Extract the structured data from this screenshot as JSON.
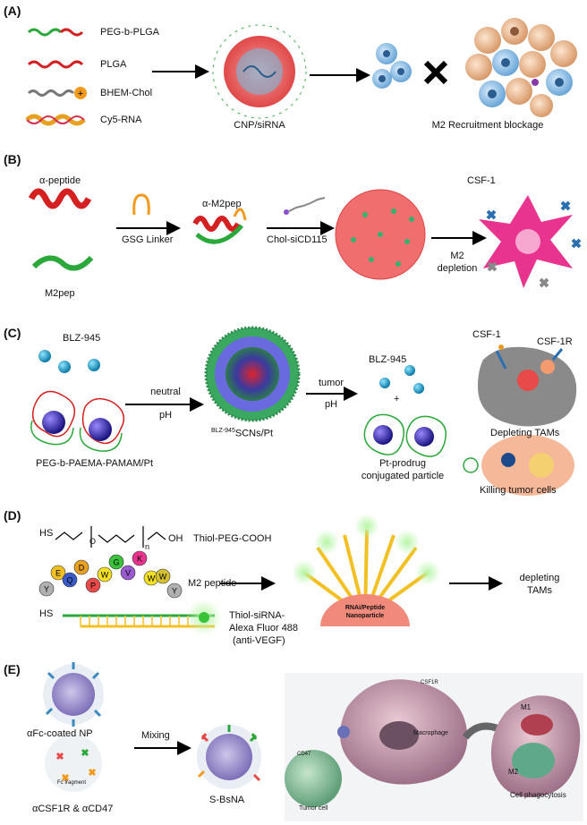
{
  "panels": {
    "a": {
      "label": "(A)",
      "legend": [
        "PEG-b-PLGA",
        "PLGA",
        "BHEM-Chol",
        "Cy5-RNA"
      ],
      "particle_label": "CNP/siRNA",
      "result_label": "M2 Recruitment blockage"
    },
    "b": {
      "label": "(B)",
      "alpha_peptide": "α-peptide",
      "m2pep": "M2pep",
      "linker": "GSG Linker",
      "alpha_m2pep": "α-M2pep",
      "chol": "Chol-siCD115",
      "depletion": [
        "M2",
        "depletion"
      ],
      "csf": "CSF-1"
    },
    "c": {
      "label": "(C)",
      "blz": "BLZ-945",
      "polymer": "PEG-b-PAEMA-PAMAM/Pt",
      "neutral": [
        "neutral",
        "pH"
      ],
      "scn_sup": "BLZ-945",
      "scn": "SCNs/Pt",
      "tumor": [
        "tumor",
        "pH"
      ],
      "blz2": "BLZ-945",
      "plus": "+",
      "prodrug": [
        "Pt-prodrug",
        "conjugated particle"
      ],
      "csf1": "CSF-1",
      "csf1r": "CSF-1R",
      "depleting": "Depleting TAMs",
      "killing": "Killing tumor cells"
    },
    "d": {
      "label": "(D)",
      "peg": "Thiol-PEG-COOH",
      "peg_sh": "HS",
      "peg_oh": "OH",
      "peg_o": "O",
      "peg_n": "n",
      "m2": "M2 peptide",
      "sirna": [
        "Thiol-siRNA-",
        "Alexa Fluor 488",
        "(anti-VEGF)"
      ],
      "hs": "HS",
      "np": [
        "RNAi/Peptide",
        "Nanoparticle"
      ],
      "result": [
        "depleting",
        "TAMs"
      ],
      "beads": [
        "Y",
        "E",
        "Q",
        "D",
        "P",
        "W",
        "G",
        "V",
        "K",
        "W",
        "W",
        "Y"
      ]
    },
    "e": {
      "label": "(E)",
      "afc": "αFc-coated NP",
      "fc": "Fc fragment",
      "antibodies": "αCSF1R & αCD47",
      "mixing": "Mixing",
      "bsna": "S-BsNA",
      "csf1r": "CSF1R",
      "cd47": "CD47",
      "macrophage": "Macrophage",
      "tumor_cell": "Tumor cell",
      "m1": "M1",
      "m2": "M2",
      "phago": "Cell phagocytosis"
    }
  },
  "colors": {
    "peg": "#2aa83a",
    "plga": "#d42020",
    "chol": "#f39a1e",
    "magenta": "#e8338f",
    "blue": "#1f8fc0",
    "salmon": "#f28a7c"
  }
}
